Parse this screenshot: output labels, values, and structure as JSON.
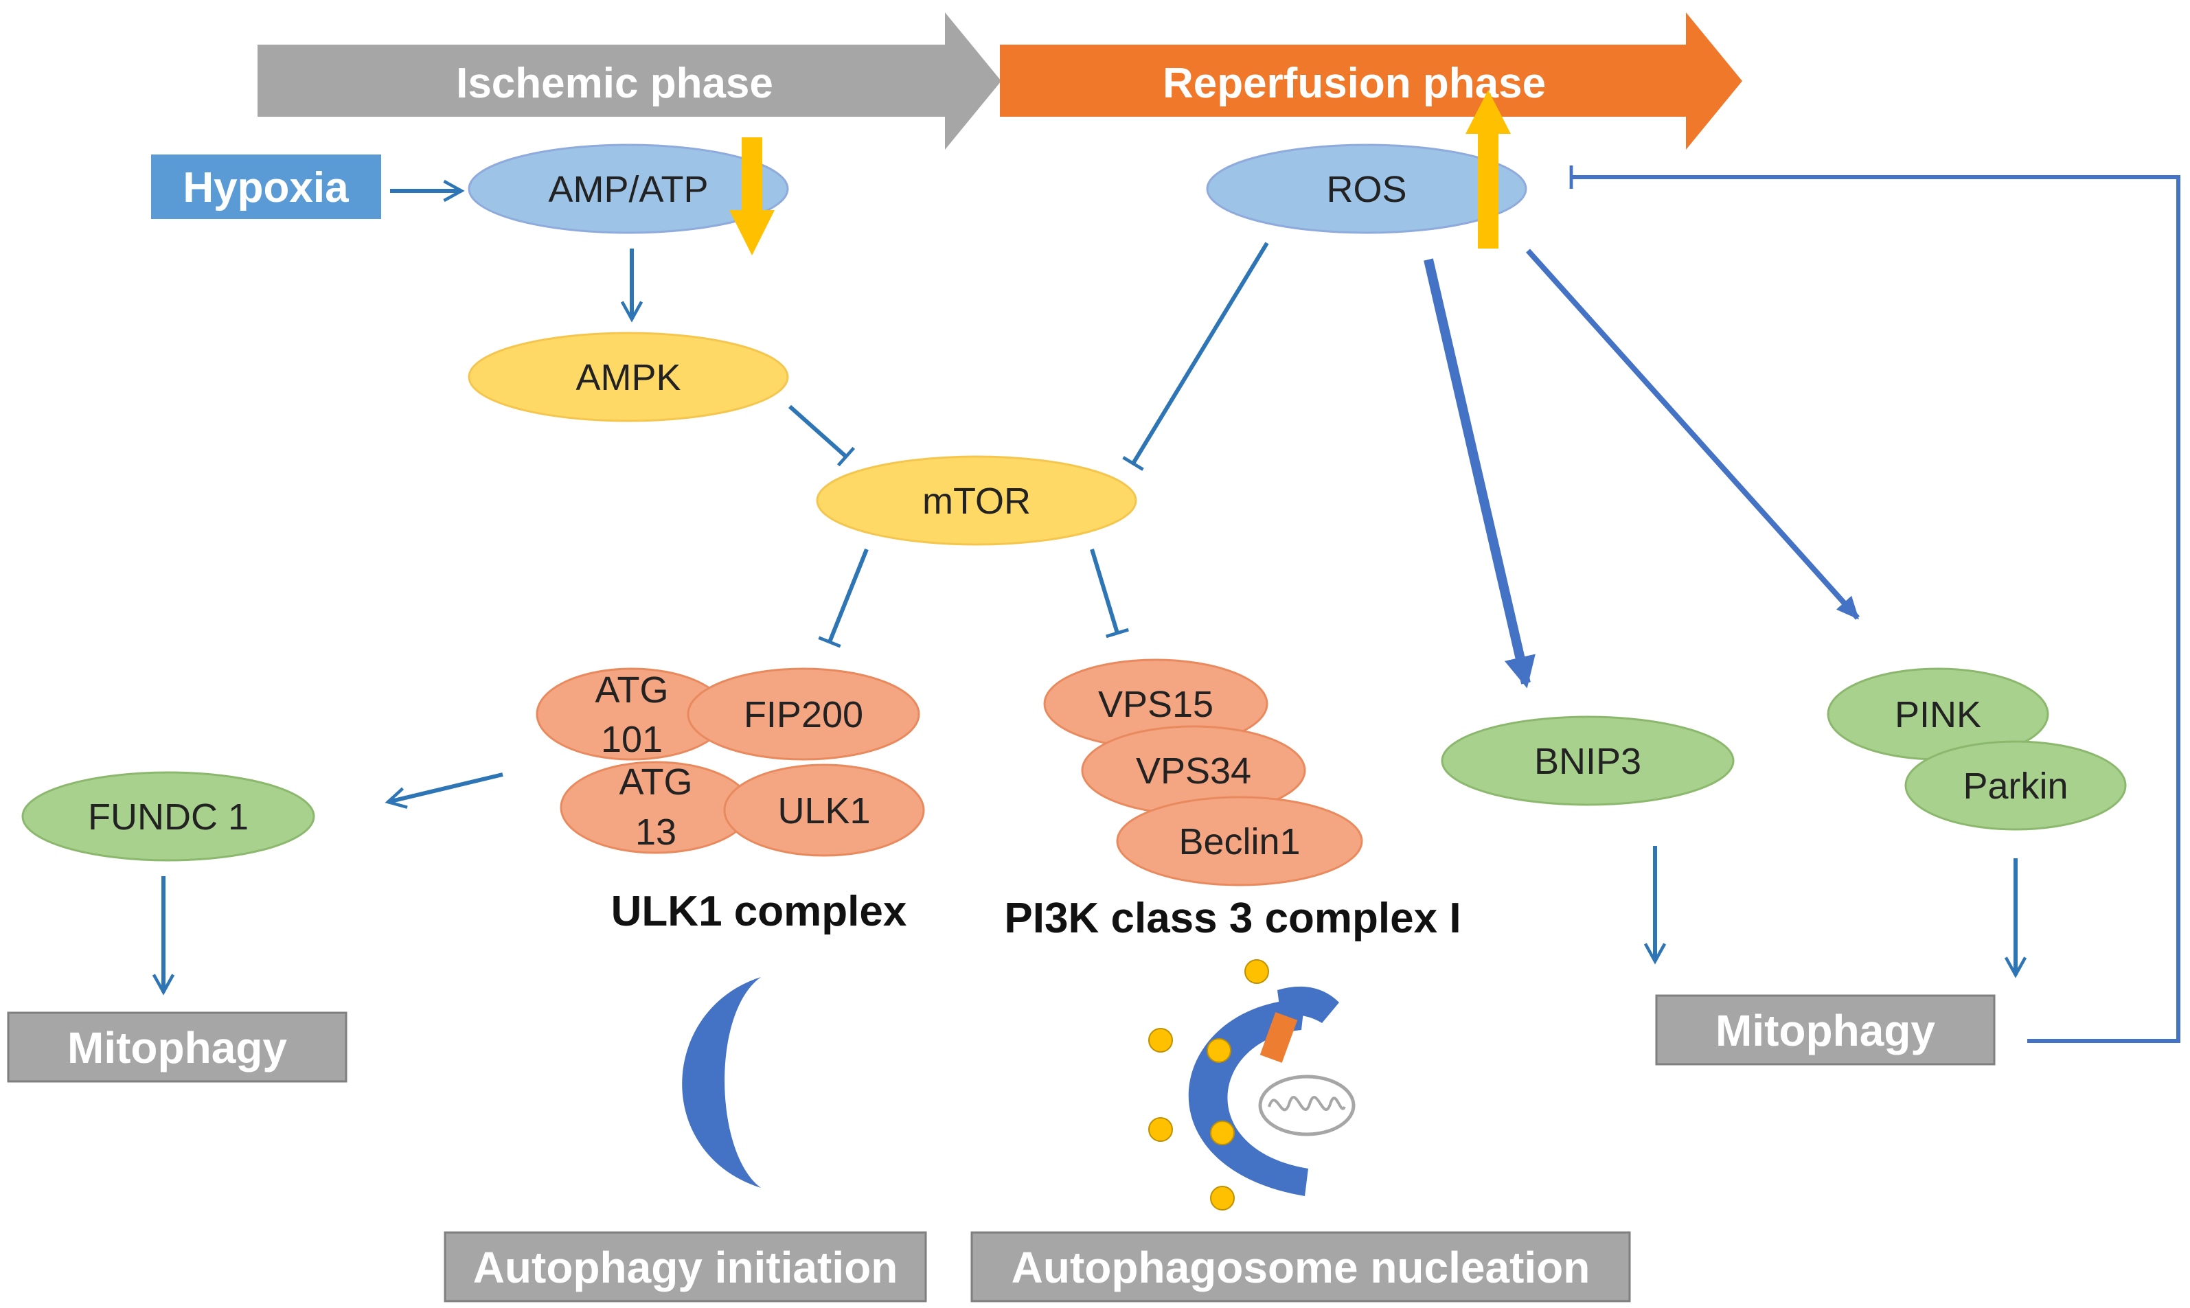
{
  "phases": {
    "ischemic": "Ischemic phase",
    "reperfusion": "Reperfusion phase"
  },
  "nodes": {
    "hypoxia": "Hypoxia",
    "amp_atp": "AMP/ATP",
    "ros": "ROS",
    "ampk": "AMPK",
    "mtor": "mTOR",
    "atg101_line1": "ATG",
    "atg101_line2": "101",
    "fip200": "FIP200",
    "atg13_line1": "ATG",
    "atg13_line2": "13",
    "ulk1": "ULK1",
    "vps15": "VPS15",
    "vps34": "VPS34",
    "beclin1": "Beclin1",
    "fundc1": "FUNDC 1",
    "bnip3": "BNIP3",
    "pink": "PINK",
    "parkin": "Parkin"
  },
  "complexes": {
    "ulk1_complex": "ULK1 complex",
    "pi3k_complex": "PI3K class 3 complex I"
  },
  "outcomes": {
    "mitophagy_left": "Mitophagy",
    "mitophagy_right": "Mitophagy",
    "autophagy_initiation": "Autophagy initiation",
    "autophagosome_nucleation": "Autophagosome nucleation"
  },
  "colors": {
    "ischemic_arrow": "#A6A6A6",
    "reperfusion_arrow": "#F0782A",
    "blue_node": "#9DC3E6",
    "yellow_node": "#FFD966",
    "orange_node": "#F4A582",
    "green_node": "#A9D18E",
    "gray_box": "#A6A6A6",
    "hypoxia_box": "#5B9BD5",
    "connector": "#2E75B6",
    "updown_arrow": "#FFC000",
    "phagophore": "#4472C4"
  }
}
